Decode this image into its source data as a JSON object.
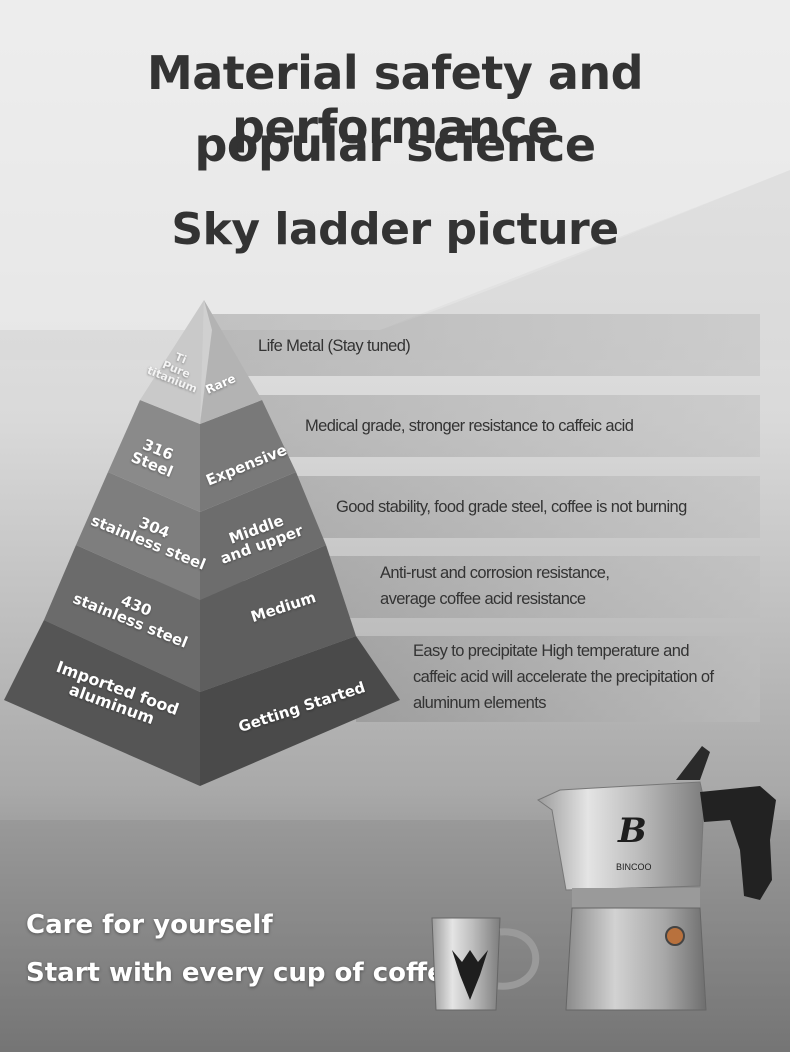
{
  "heading": {
    "line1": "Material safety and performance",
    "line2": "popular science",
    "line3": "Sky ladder picture"
  },
  "tiers": [
    {
      "material": "Ti\nPure\ntitanium",
      "grade": "Rare",
      "description": "Life Metal (Stay tuned)"
    },
    {
      "material": "316\nSteel",
      "grade": "Expensive",
      "description": "Medical grade, stronger resistance to caffeic acid"
    },
    {
      "material": "304\nstainless steel",
      "grade": "Middle\nand upper",
      "description": "Good stability, food grade steel, coffee is not burning"
    },
    {
      "material": "430\nstainless steel",
      "grade": "Medium",
      "description": "Anti-rust and corrosion resistance,\naverage coffee acid resistance"
    },
    {
      "material": "Imported food\naluminum",
      "grade": "Getting Started",
      "description": "Easy to precipitate High temperature and\ncaffeic acid will accelerate the precipitation of\naluminum elements"
    }
  ],
  "slogan": {
    "line1": "Care for yourself",
    "line2": "Start with every cup of coffee"
  },
  "product": {
    "brand_logo": "B",
    "brand_name": "BINCOO"
  }
}
